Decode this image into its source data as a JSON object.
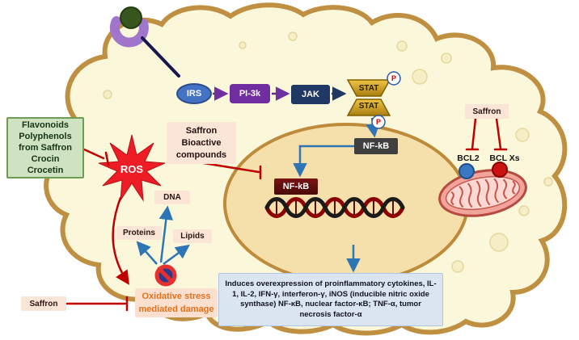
{
  "pathway": {
    "irs": "IRS",
    "pi3k": "PI-3k",
    "jak": "JAK",
    "stat_top": "STAT",
    "stat_bottom": "STAT",
    "p_top": "P",
    "p_bottom": "P",
    "nfkb_cytoplasm": "NF-kB",
    "nfkb_nucleus": "NF-kB"
  },
  "saffron_effects": {
    "flavonoids_box": [
      "Flavonoids",
      "Polyphenols",
      "from Saffron",
      "Crocin",
      "Crocetin"
    ],
    "bioactive_box": [
      "Saffron",
      "Bioactive",
      "compounds"
    ],
    "saffron_bottom": "Saffron",
    "saffron_right": "Saffron"
  },
  "oxidative": {
    "ros": "ROS",
    "targets": {
      "dna": "DNA",
      "proteins": "Proteins",
      "lipids": "Lipids"
    },
    "damage_box": [
      "Oxidative stress",
      "mediated damage"
    ]
  },
  "apoptosis": {
    "bcl2": "BCL2",
    "bclxs": "BCL Xs"
  },
  "outcome": {
    "text": "Induces overexpression of proinflammatory cytokines, IL-1, IL-2, IFN-γ, interferon-γ, iNOS (inducible nitric oxide synthase) NF-κB, nuclear factor-κB; TNF-α, tumor necrosis factor-α"
  },
  "colors": {
    "membrane": "#bf8f42",
    "cytoplasm": "#fbf7da",
    "nucleus": "#f5e0ac",
    "inhibition_red": "#c00000",
    "signal_blue": "#2e75b6",
    "stat_gold": "#d9a521",
    "flavonoid_green": "#cfe3c2",
    "saffron_chip": "#fbe5d6",
    "ros_red": "#ee1c25"
  }
}
